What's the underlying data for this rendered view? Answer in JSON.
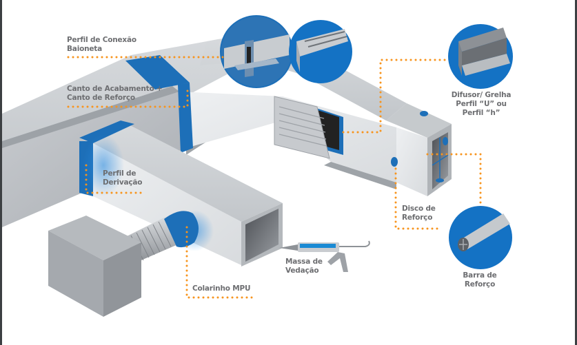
{
  "diagram": {
    "subject": "Sistema de dutos de ar condicionado com acessórios",
    "colors": {
      "callout_dots": "#f7941d",
      "accent_blue": "#1d6fb8",
      "bright_blue": "#2a8be0",
      "duct_gray": "#b7bcc1",
      "label_text": "#6d6e71",
      "frame": "#3c3f42"
    },
    "callouts": [
      {
        "id": "perfil-conexao-baioneta",
        "lines": [
          "Perfil de Conexão",
          "Baioneta"
        ]
      },
      {
        "id": "canto-acabamento-reforco",
        "lines": [
          "Canto de Acabamento +",
          "Canto de Reforço"
        ]
      },
      {
        "id": "perfil-derivacao",
        "lines": [
          "Perfil de",
          "Derivação"
        ]
      },
      {
        "id": "colarinho-mpu",
        "lines": [
          "Colarinho MPU"
        ]
      },
      {
        "id": "massa-vedacao",
        "lines": [
          "Massa de",
          "Vedação"
        ]
      },
      {
        "id": "difusor-grelha",
        "lines": [
          "Difusor/ Grelha",
          "Perfil “U” ou",
          "Perfil “h”"
        ]
      },
      {
        "id": "disco-reforco",
        "lines": [
          "Disco de",
          "Reforço"
        ]
      },
      {
        "id": "barra-reforco",
        "lines": [
          "Barra de",
          "Reforço"
        ]
      }
    ],
    "detail_circles": [
      {
        "id": "baioneta-detail",
        "icon": "bayonet-profile-icon"
      },
      {
        "id": "derivacao-profile-detail",
        "icon": "channel-profile-icon"
      },
      {
        "id": "u-profile-detail",
        "icon": "u-profile-icon"
      },
      {
        "id": "bar-detail",
        "icon": "reinforcement-bar-icon"
      }
    ]
  }
}
